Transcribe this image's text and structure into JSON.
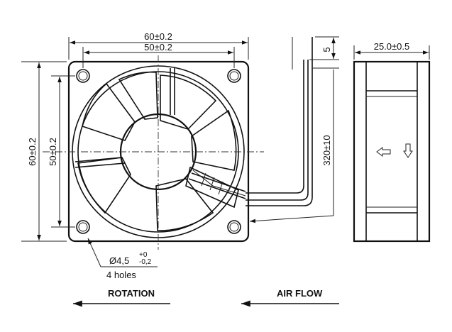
{
  "front_view": {
    "overall_width": "60±0.2",
    "hole_width": "50±0.2",
    "overall_height": "60±0.2",
    "hole_height": "50±0.2",
    "hole_dia": "Ø4,5",
    "hole_tol_upper": "+0",
    "hole_tol_lower": "-0,2",
    "hole_count": "4 holes"
  },
  "cable": {
    "strip_length": "5",
    "cable_length": "320±10"
  },
  "side_view": {
    "depth": "25.0±0.5"
  },
  "legend": {
    "rotation": "ROTATION",
    "airflow": "AIR FLOW"
  }
}
